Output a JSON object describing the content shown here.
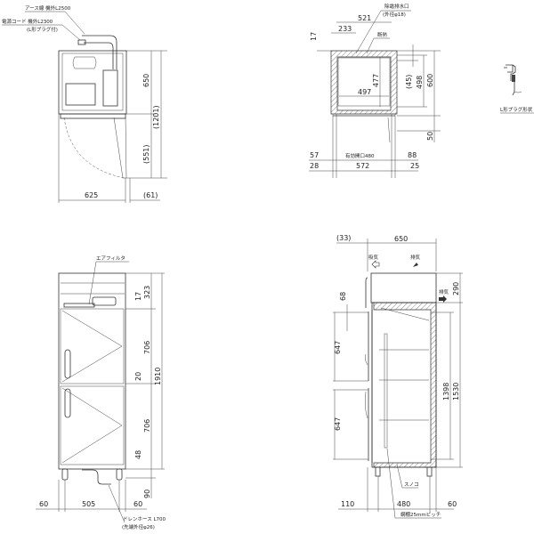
{
  "plan_view": {
    "earth_wire": "アース線 機外L2500",
    "power_cord": "電源コード 機外L2300",
    "plug_note": "(L形プラグ付)",
    "dim_depth": "650",
    "dim_total_open": "(1201)",
    "dim_door": "(551)",
    "dim_width": "625",
    "dim_side": "(61)"
  },
  "section_view": {
    "drain_label": "除霜排水口",
    "drain_dia": "(外径φ18)",
    "insulation": "断熱",
    "dim_521": "521",
    "dim_233": "233",
    "dim_17": "17",
    "dim_477": "477",
    "dim_497": "497",
    "dim_45": "(45)",
    "dim_498": "498",
    "dim_600": "600",
    "dim_50": "50",
    "dim_57": "57",
    "opening": "有効開口480",
    "dim_88": "88",
    "dim_28": "28",
    "dim_572": "572",
    "dim_25": "25"
  },
  "plug_view": {
    "label": "L形プラグ形状"
  },
  "front_view": {
    "air_filter": "エアフィルタ",
    "dim_323": "323",
    "dim_17": "17",
    "dim_706a": "706",
    "dim_20": "20",
    "dim_1910": "1910",
    "dim_706b": "706",
    "dim_48": "48",
    "dim_90": "90",
    "dim_60a": "60",
    "dim_505": "505",
    "dim_60b": "60",
    "drain_hose": "ドレンホース L700",
    "hose_dia": "(先端外径φ26)"
  },
  "side_view": {
    "dim_33": "(33)",
    "dim_650": "650",
    "intake": "吸気",
    "exhaust_top": "排気",
    "exhaust_side": "排気",
    "dim_290": "290",
    "dim_68": "68",
    "dim_647a": "647",
    "dim_1398": "1398",
    "dim_1530": "1530",
    "dim_647b": "647",
    "slatted_floor": "スノコ",
    "dim_110": "110",
    "dim_480": "480",
    "dim_60": "60",
    "shelf_pitch": "網棚25mmピッチ"
  }
}
